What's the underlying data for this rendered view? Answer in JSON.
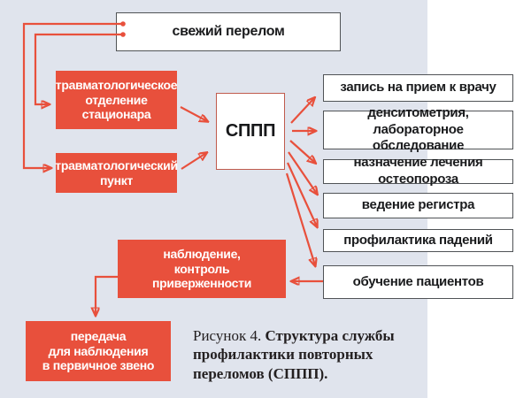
{
  "colors": {
    "background": "#e0e4ed",
    "right_panel": "#ffffff",
    "accent_red": "#e8503c",
    "white_box_border": "#505356",
    "sppp_border": "#c05b4d",
    "text_dark": "#1a1b1d",
    "text_white": "#ffffff"
  },
  "nodes": {
    "fresh_fracture": {
      "label": "свежий перелом"
    },
    "trauma_department": {
      "label": "травматологическое\nотделение\nстационара"
    },
    "trauma_point": {
      "label": "травматологический\nпункт"
    },
    "sppp": {
      "label": "СППП"
    },
    "services": [
      "запись на прием к врачу",
      "денситометрия, лабораторное\nобследование",
      "назначение лечения остеопороза",
      "ведение регистра",
      "профилактика падений",
      "обучение пациентов"
    ],
    "observation": {
      "label": "наблюдение,\nконтроль\nприверженности"
    },
    "transfer": {
      "label": "передача\nдля наблюдения\nв первичное звено"
    }
  },
  "caption": {
    "prefix": "Рисунок 4. ",
    "bold": "Структура службы профилактики повторных переломов (СППП)."
  }
}
